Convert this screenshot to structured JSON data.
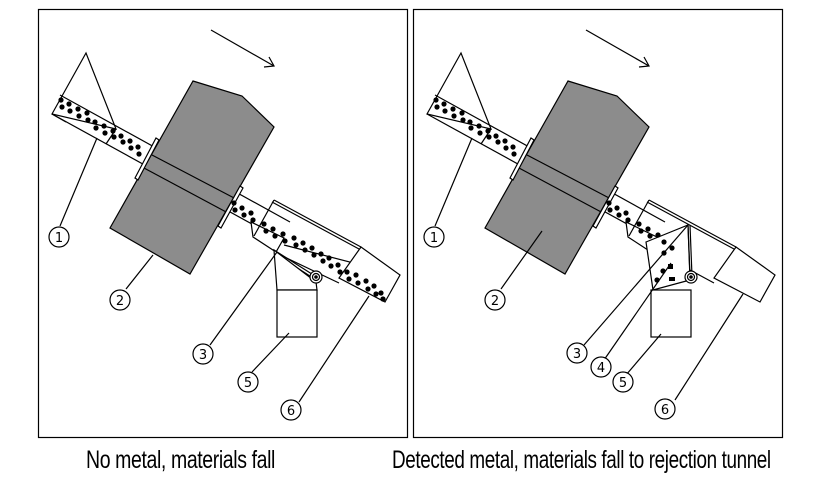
{
  "panels": [
    {
      "id": "no-metal",
      "caption": "No metal, materials fall",
      "flow_direction": "down-right",
      "gate_state": "closed",
      "material_destination": "normal outlet",
      "callouts": [
        "1",
        "2",
        "3",
        "5",
        "6"
      ]
    },
    {
      "id": "metal-detected",
      "caption": "Detected metal, materials fall to rejection tunnel",
      "flow_direction": "down-right",
      "gate_state": "open",
      "material_destination": "rejection tunnel",
      "callouts": [
        "1",
        "2",
        "3",
        "4",
        "5",
        "6"
      ]
    }
  ],
  "colors": {
    "magnet_body": "#8c8c8c",
    "lines": "#000000",
    "background": "#ffffff"
  }
}
